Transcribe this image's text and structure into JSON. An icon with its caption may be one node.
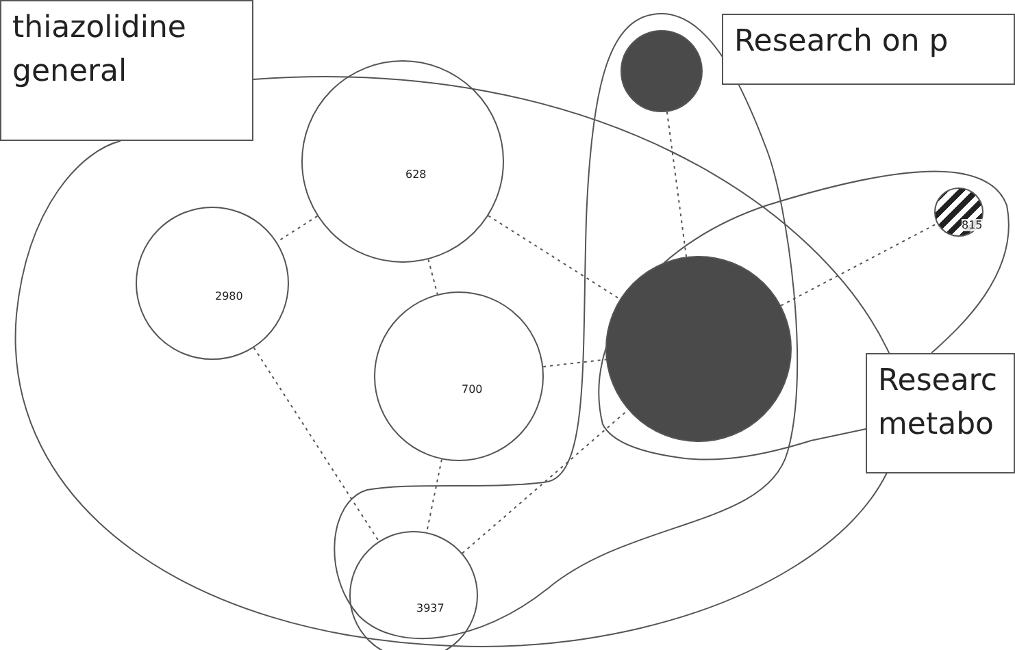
{
  "diagram": {
    "nodes": [
      {
        "text": [
          "thiazolidine general"
        ]
      },
      {
        "text": [
          "Research on p"
        ]
      },
      {
        "text": [
          "Researc metabo"
        ]
      },
      {
        "text": [
          "628"
        ]
      },
      {
        "text": [
          "2980"
        ]
      },
      {
        "text": [
          "700"
        ]
      },
      {
        "text": [],
        "shape": "circle"
      },
      {
        "text": [],
        "shape": "circle"
      },
      {
        "text": [
          "815"
        ]
      },
      {
        "text": [
          "3937"
        ]
      }
    ],
    "edges": [
      {
        "from": 3,
        "to": 4,
        "arrow": "none",
        "style": "dashed"
      },
      {
        "from": 3,
        "to": 5,
        "arrow": "none",
        "style": "dashed"
      },
      {
        "from": 3,
        "to": 7,
        "arrow": "none",
        "style": "dashed"
      },
      {
        "from": 4,
        "to": 9,
        "arrow": "none",
        "style": "dashed"
      },
      {
        "from": 5,
        "to": 7,
        "arrow": "none",
        "style": "dashed"
      },
      {
        "from": 5,
        "to": 9,
        "arrow": "none",
        "style": "dashed"
      },
      {
        "from": 9,
        "to": 7,
        "arrow": "none",
        "style": "dashed"
      },
      {
        "from": 6,
        "to": 7,
        "arrow": "none",
        "style": "dashed"
      },
      {
        "from": 7,
        "to": 8,
        "arrow": "none",
        "style": "dashed"
      },
      {
        "from": 2,
        "to": null,
        "arrow": "none"
      }
    ]
  }
}
